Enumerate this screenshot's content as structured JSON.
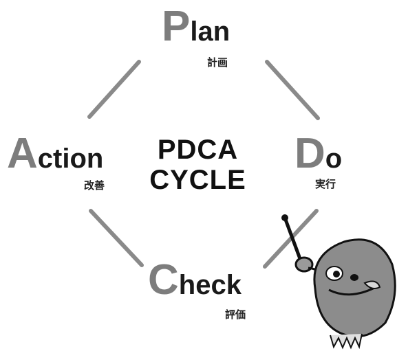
{
  "center": {
    "line1": "PDCA",
    "line2": "CYCLE"
  },
  "stages": {
    "plan": {
      "initial": "P",
      "rest": "lan",
      "japanese": "計画"
    },
    "do": {
      "initial": "D",
      "rest": "o",
      "japanese": "実行"
    },
    "check": {
      "initial": "C",
      "rest": "heck",
      "japanese": "評価"
    },
    "action": {
      "initial": "A",
      "rest": "ction",
      "japanese": "改善"
    }
  },
  "colors": {
    "initial_letter": "#7d7d7d",
    "text": "#1a1a1a",
    "connector": "#8a8a8a",
    "mascot_body": "#8c8c8c"
  },
  "mascot": {
    "icon": "mascot-pointer-character-icon"
  }
}
